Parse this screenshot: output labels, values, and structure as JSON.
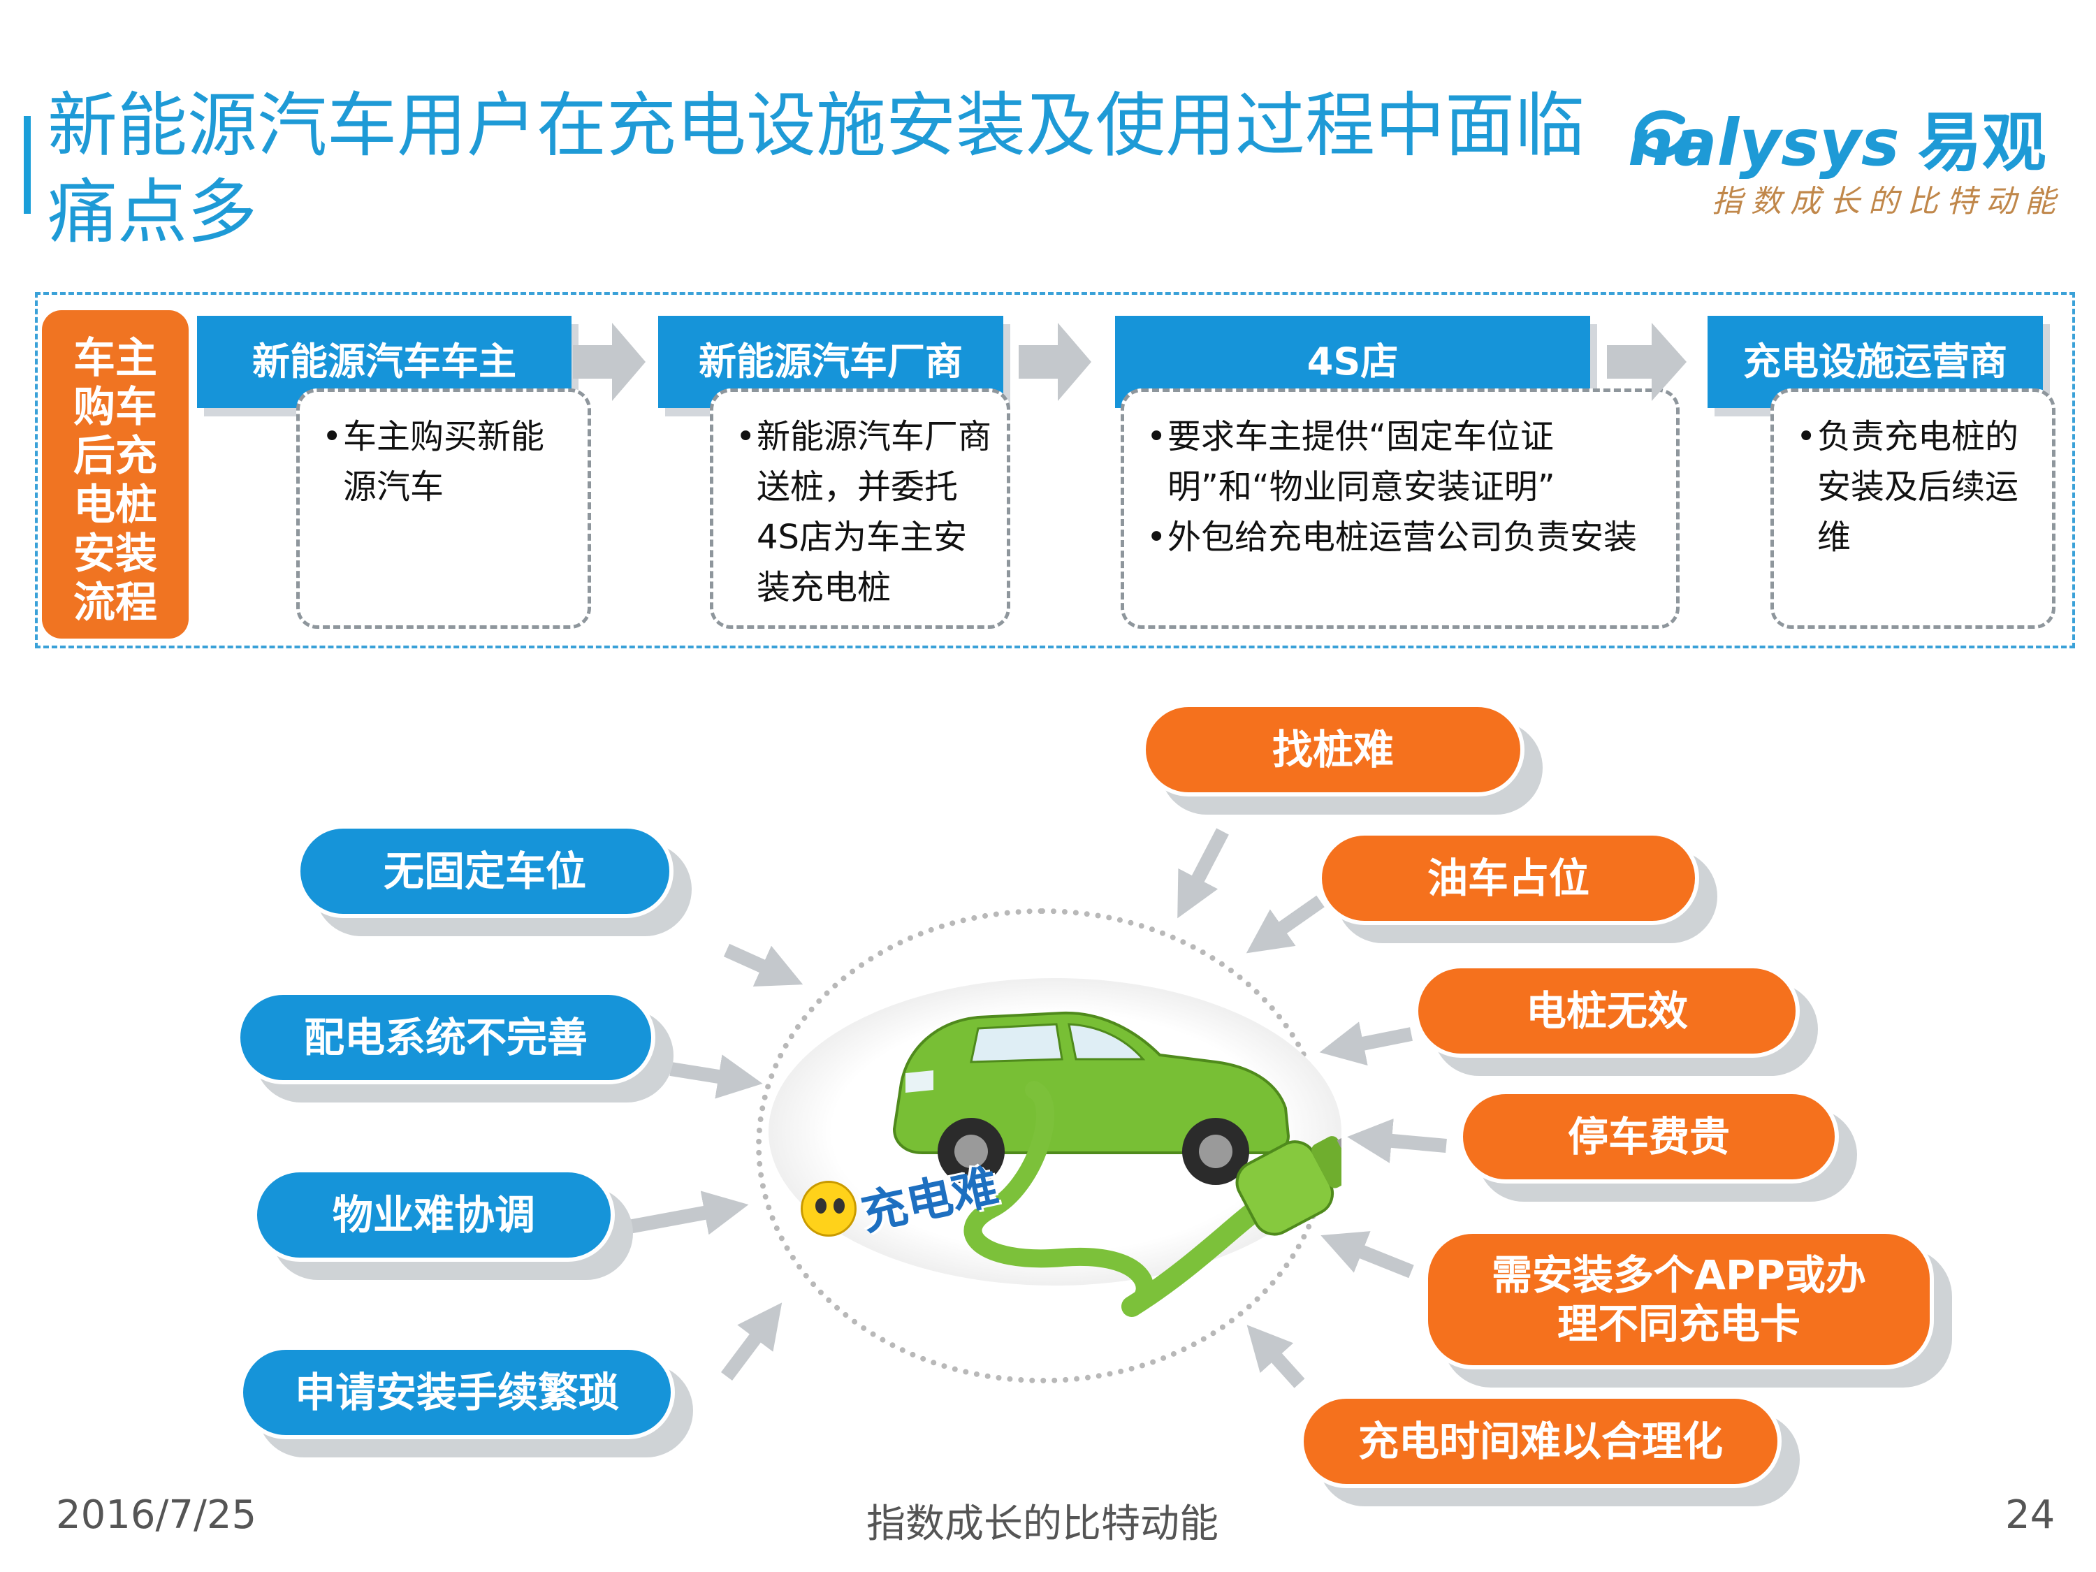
{
  "title": "新能源汽车用户在充电设施安装及使用过程中面临痛点多",
  "logo": {
    "brand": "nalysys",
    "brand_cn": "易观",
    "tagline": "指数成长的比特动能"
  },
  "process": {
    "label_lines": [
      "车主",
      "购车",
      "后充",
      "电桩",
      "安装",
      "流程"
    ],
    "steps": [
      {
        "title": "新能源汽车车主",
        "lines": [
          "车主购买新能源汽车"
        ]
      },
      {
        "title": "新能源汽车厂商",
        "lines": [
          "新能源汽车厂商送桩，并委托4S店为车主安装充电桩"
        ]
      },
      {
        "title": "4S店",
        "lines": [
          "要求车主提供“固定车位证明”和“物业同意安装证明”",
          "外包给充电桩运营公司负责安装"
        ]
      },
      {
        "title": "充电设施运营商",
        "lines": [
          "负责充电桩的安装及后续运维"
        ]
      }
    ]
  },
  "center_label": "充电难",
  "pain_points_left": [
    "无固定车位",
    "配电系统不完善",
    "物业难协调",
    "申请安装手续繁琐"
  ],
  "pain_points_right": [
    "找桩难",
    "油车占位",
    "电桩无效",
    "停车费贵",
    "需安装多个APP或办理不同充电卡",
    "充电时间难以合理化"
  ],
  "footer": {
    "date": "2016/7/25",
    "tagline": "指数成长的比特动能",
    "page": "24"
  },
  "colors": {
    "blue": "#1694d9",
    "orange": "#f5711d",
    "title": "#1e9ad6",
    "car": "#7cc13a"
  }
}
